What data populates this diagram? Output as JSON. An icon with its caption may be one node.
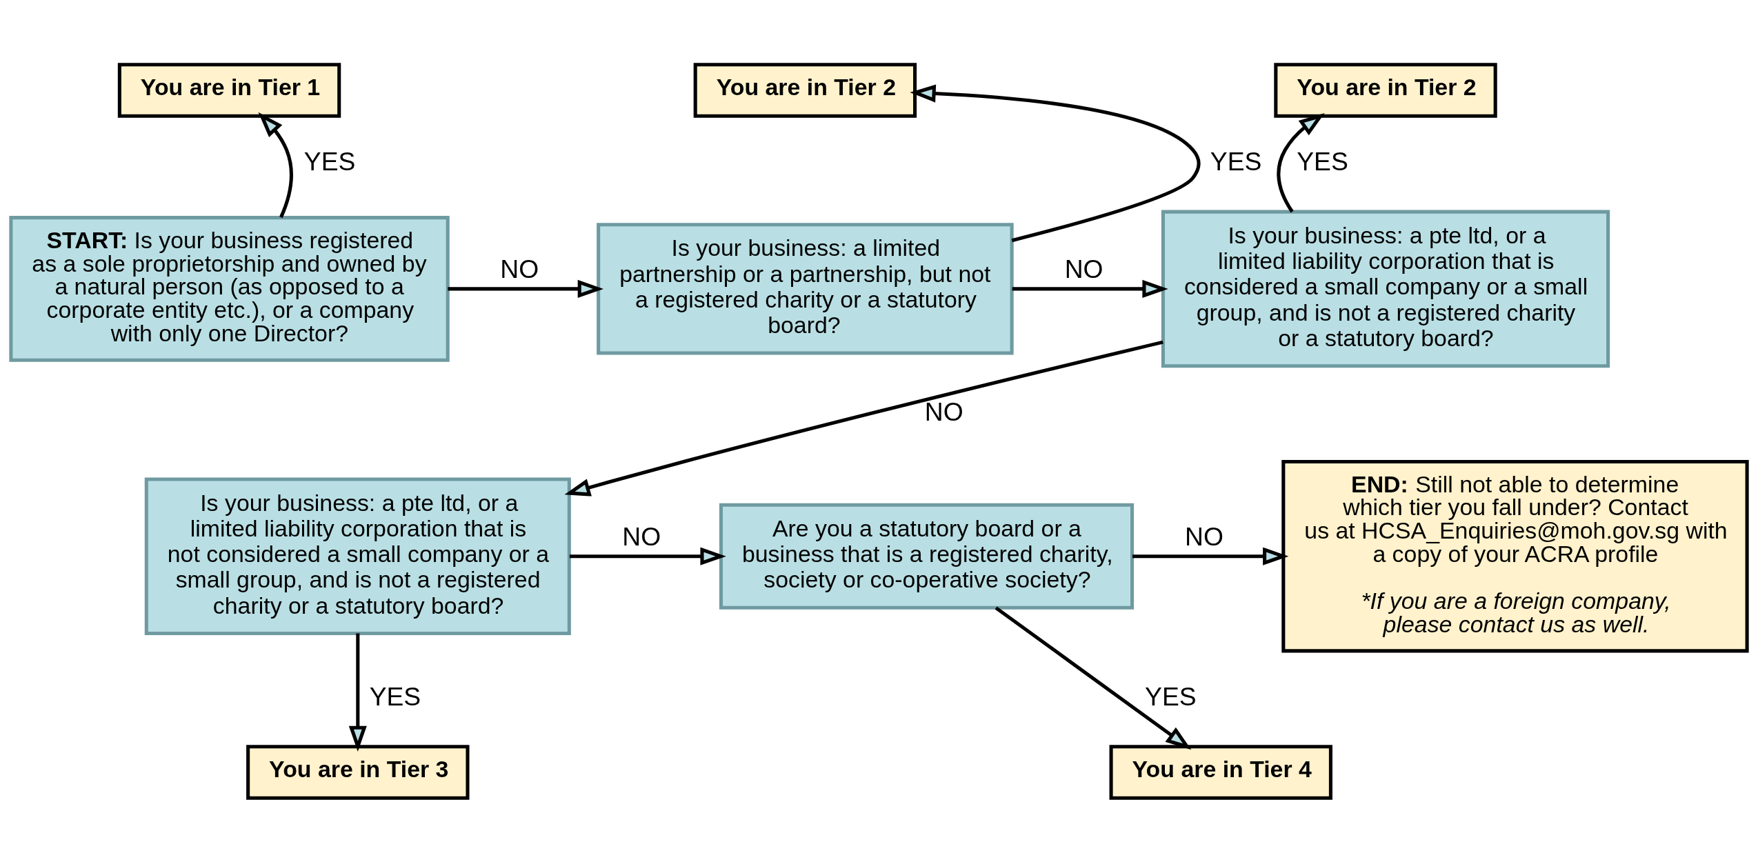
{
  "diagram": {
    "nodes": [
      {
        "text": [
          "**START:** Is your business registered as a sole proprietorship and owned by a natural person (as opposed to a corporate entity etc.), or a company with only one Director?"
        ]
      },
      {
        "text": [
          "You are in Tier 1"
        ]
      },
      {
        "text": [
          "Is your business: a limited partnership or a partnership, but not a registered charity or a statutory board?"
        ]
      },
      {
        "text": [
          "You are in Tier 2"
        ]
      },
      {
        "text": [
          "Is your business: a pte ltd, or a limited liability corporation that is considered a small company or a small group, and is not a registered charity or a statutory board?"
        ]
      },
      {
        "text": [
          "You are in Tier 2"
        ]
      },
      {
        "text": [
          "Is your business: a pte ltd, or a limited liability corporation that is not considered a small company or a small group, and is not a registered charity or a statutory board?"
        ]
      },
      {
        "text": [
          "You are in Tier 3"
        ]
      },
      {
        "text": [
          "Are you a statutory board or a business that is a registered charity, society or co-operative society?"
        ]
      },
      {
        "text": [
          "You are in Tier 4"
        ]
      },
      {
        "text": [
          "**END:** Still not able to determine which tier you fall under? Contact us at HCSA_Enquiries@moh.gov.sg with a copy of your ACRA profile",
          "*If you are a foreign company, please contact us as well."
        ]
      }
    ],
    "edges": [
      {
        "from": 0,
        "to": 1,
        "arrow": "to",
        "label": "YES"
      },
      {
        "from": 0,
        "to": 2,
        "arrow": "to",
        "label": "NO"
      },
      {
        "from": 2,
        "to": 3,
        "arrow": "to",
        "label": "YES"
      },
      {
        "from": 2,
        "to": 4,
        "arrow": "to",
        "label": "NO"
      },
      {
        "from": 4,
        "to": 5,
        "arrow": "to",
        "label": "YES"
      },
      {
        "from": 4,
        "to": 6,
        "arrow": "to",
        "label": "NO"
      },
      {
        "from": 6,
        "to": 7,
        "arrow": "to",
        "label": "YES"
      },
      {
        "from": 6,
        "to": 8,
        "arrow": "to",
        "label": "NO"
      },
      {
        "from": 8,
        "to": 9,
        "arrow": "to",
        "label": "YES"
      },
      {
        "from": 8,
        "to": 10,
        "arrow": "to",
        "label": "NO"
      }
    ]
  }
}
